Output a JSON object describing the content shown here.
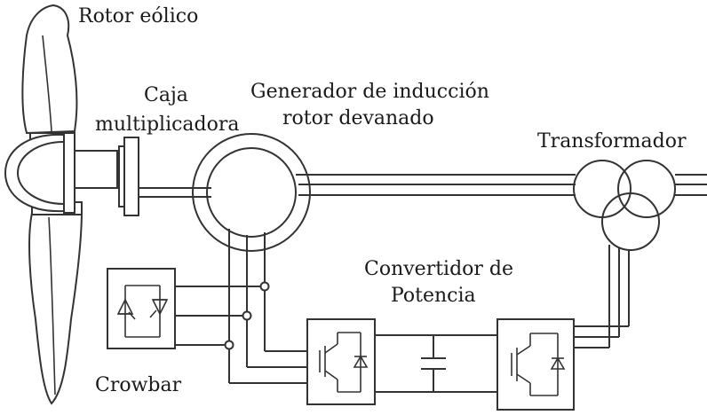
{
  "labels": {
    "rotor": "Rotor eólico",
    "gearbox_line1": "Caja",
    "gearbox_line2": "multiplicadora",
    "generator_line1": "Generador de inducción",
    "generator_line2": "rotor devanado",
    "transformer": "Transformador",
    "converter_line1": "Convertidor de",
    "converter_line2": "Potencia",
    "crowbar": "Crowbar"
  },
  "colors": {
    "line": "#333333",
    "text": "#1a1a1a",
    "background": "#ffffff"
  }
}
